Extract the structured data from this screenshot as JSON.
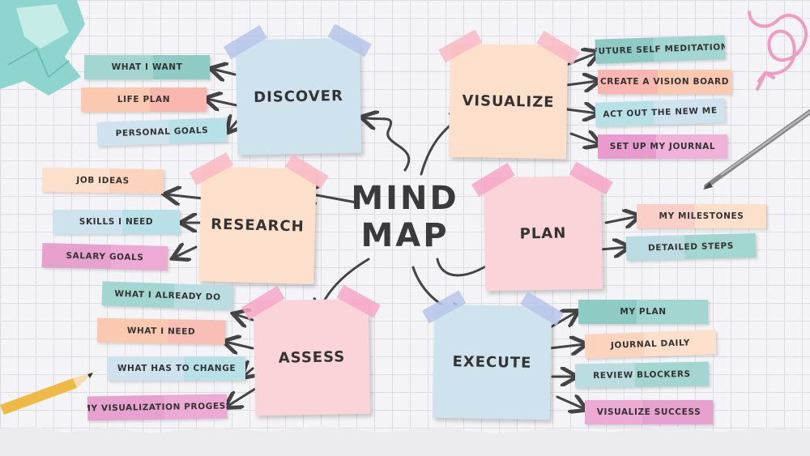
{
  "title": {
    "line1": "MIND",
    "line2": "MAP"
  },
  "colors": {
    "blue": "#cfe3ee",
    "peach": "#fde0cb",
    "pink": "#fad4d8",
    "teal": "#a3d6d0",
    "orange": "#fbc9b0",
    "magenta": "#e7a1cf",
    "aqua": "#a4dee1",
    "ink": "#333333"
  },
  "branches": {
    "discover": {
      "label": "DISCOVER",
      "items": [
        "WHAT I WANT",
        "LIFE PLAN",
        "PERSONAL GOALS"
      ]
    },
    "visualize": {
      "label": "VISUALIZE",
      "items": [
        "FUTURE SELF MEDITATION",
        "CREATE A VISION BOARD",
        "ACT OUT THE NEW ME",
        "SET UP MY JOURNAL"
      ]
    },
    "research": {
      "label": "RESEARCH",
      "items": [
        "JOB IDEAS",
        "SKILLS I NEED",
        "SALARY GOALS"
      ]
    },
    "plan": {
      "label": "PLAN",
      "items": [
        "MY MILESTONES",
        "DETAILED STEPS"
      ]
    },
    "assess": {
      "label": "ASSESS",
      "items": [
        "WHAT I ALREADY DO",
        "WHAT I NEED",
        "WHAT HAS TO CHANGE",
        "MY VISUALIZATION PROGESS"
      ]
    },
    "execute": {
      "label": "EXECUTE",
      "items": [
        "MY PLAN",
        "JOURNAL DAILY",
        "REVIEW BLOCKERS",
        "VISUALIZE SUCCESS"
      ]
    }
  }
}
